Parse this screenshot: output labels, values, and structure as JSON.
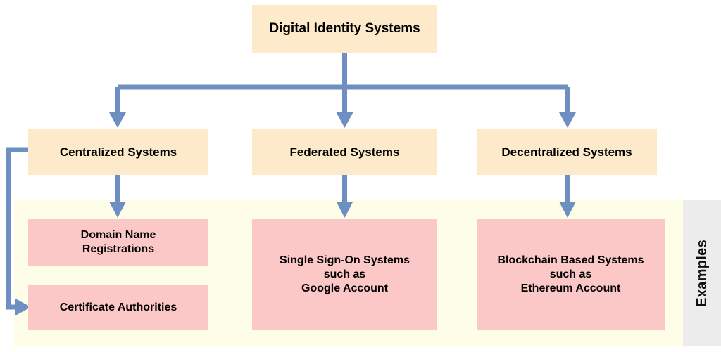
{
  "diagram": {
    "title_node": {
      "label": "Digital Identity Systems"
    },
    "level2": [
      {
        "id": "centralized",
        "label": "Centralized Systems"
      },
      {
        "id": "federated",
        "label": "Federated Systems"
      },
      {
        "id": "decentralized",
        "label": "Decentralized Systems"
      }
    ],
    "examples_band_label": "Examples",
    "examples": [
      {
        "id": "domain-name",
        "parent": "centralized",
        "lines": [
          "Domain Name",
          "Registrations"
        ]
      },
      {
        "id": "certificate-authorities",
        "parent": "centralized",
        "lines": [
          "Certificate Authorities"
        ]
      },
      {
        "id": "single-sign-on",
        "parent": "federated",
        "lines": [
          "Single Sign-On Systems",
          "such as",
          "Google Account"
        ]
      },
      {
        "id": "blockchain",
        "parent": "decentralized",
        "lines": [
          "Blockchain Based Systems",
          "such as",
          "Ethereum Account"
        ]
      }
    ]
  },
  "colors": {
    "node_cream": "#FCEACA",
    "node_pink": "#FCC7C7",
    "connector_blue": "#6D8FC2",
    "examples_band": "#FEFEE8",
    "examples_panel": "#ECECEC",
    "text": "#000000",
    "background": "#FFFFFF"
  }
}
